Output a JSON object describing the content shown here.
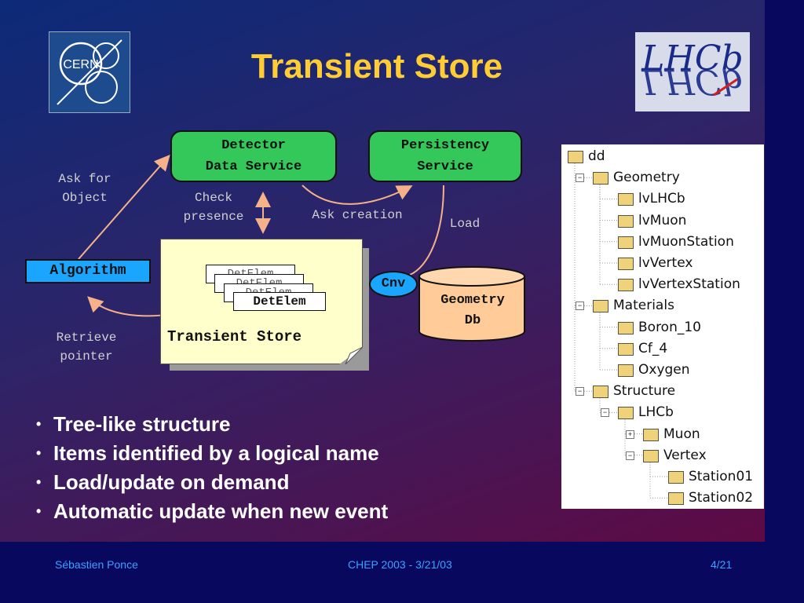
{
  "slide": {
    "title": "Transient Store",
    "logos": {
      "left": "CERN",
      "right": "LHCb"
    }
  },
  "diagram": {
    "detector_service": [
      "Detector",
      "Data Service"
    ],
    "persistency_service": [
      "Persistency",
      "Service"
    ],
    "algorithm": "Algorithm",
    "transient_store": "Transient Store",
    "detelem_stack": [
      "DetElem",
      "DetElem",
      "DetElem",
      "DetElem"
    ],
    "cnv": "Cnv",
    "geometry_db": [
      "Geometry",
      "Db"
    ],
    "labels": {
      "ask_for_object": [
        "Ask for",
        "Object"
      ],
      "check_presence": [
        "Check",
        "presence"
      ],
      "ask_creation": "Ask creation",
      "load": "Load",
      "retrieve_pointer": [
        "Retrieve",
        "pointer"
      ]
    }
  },
  "tree": [
    {
      "label": "dd",
      "level": 0,
      "toggle": ""
    },
    {
      "label": "Geometry",
      "level": 1,
      "toggle": "-"
    },
    {
      "label": "lvLHCb",
      "level": 2,
      "toggle": ""
    },
    {
      "label": "lvMuon",
      "level": 2,
      "toggle": ""
    },
    {
      "label": "lvMuonStation",
      "level": 2,
      "toggle": ""
    },
    {
      "label": "lvVertex",
      "level": 2,
      "toggle": ""
    },
    {
      "label": "lvVertexStation",
      "level": 2,
      "toggle": ""
    },
    {
      "label": "Materials",
      "level": 1,
      "toggle": "-"
    },
    {
      "label": "Boron_10",
      "level": 2,
      "toggle": ""
    },
    {
      "label": "Cf_4",
      "level": 2,
      "toggle": ""
    },
    {
      "label": "Oxygen",
      "level": 2,
      "toggle": ""
    },
    {
      "label": "Structure",
      "level": 1,
      "toggle": "-"
    },
    {
      "label": "LHCb",
      "level": 2,
      "toggle": "-"
    },
    {
      "label": "Muon",
      "level": 3,
      "toggle": "+"
    },
    {
      "label": "Vertex",
      "level": 3,
      "toggle": "-"
    },
    {
      "label": "Station01",
      "level": 4,
      "toggle": ""
    },
    {
      "label": "Station02",
      "level": 4,
      "toggle": ""
    }
  ],
  "bullets": [
    "Tree-like structure",
    "Items identified by a logical name",
    "Load/update on demand",
    "Automatic update when new event"
  ],
  "footer": {
    "author": "Sébastien Ponce",
    "event": "CHEP 2003 - 3/21/03",
    "page": "4/21"
  }
}
